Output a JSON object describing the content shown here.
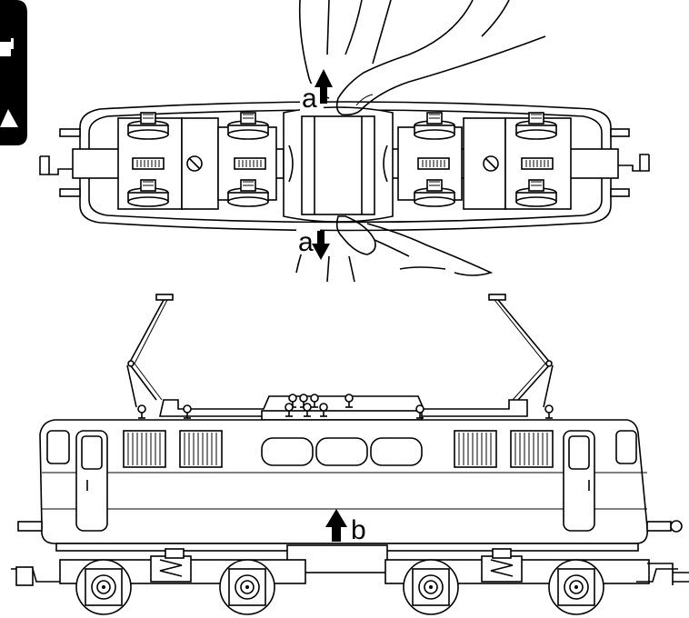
{
  "labels": {
    "top_arrow": "a",
    "bottom_arrow": "a",
    "lift_arrow": "b"
  },
  "colors": {
    "ink": "#000000",
    "paper": "#ffffff"
  },
  "icons": [
    "up-arrow-icon",
    "down-arrow-icon",
    "page-tab-icon"
  ]
}
